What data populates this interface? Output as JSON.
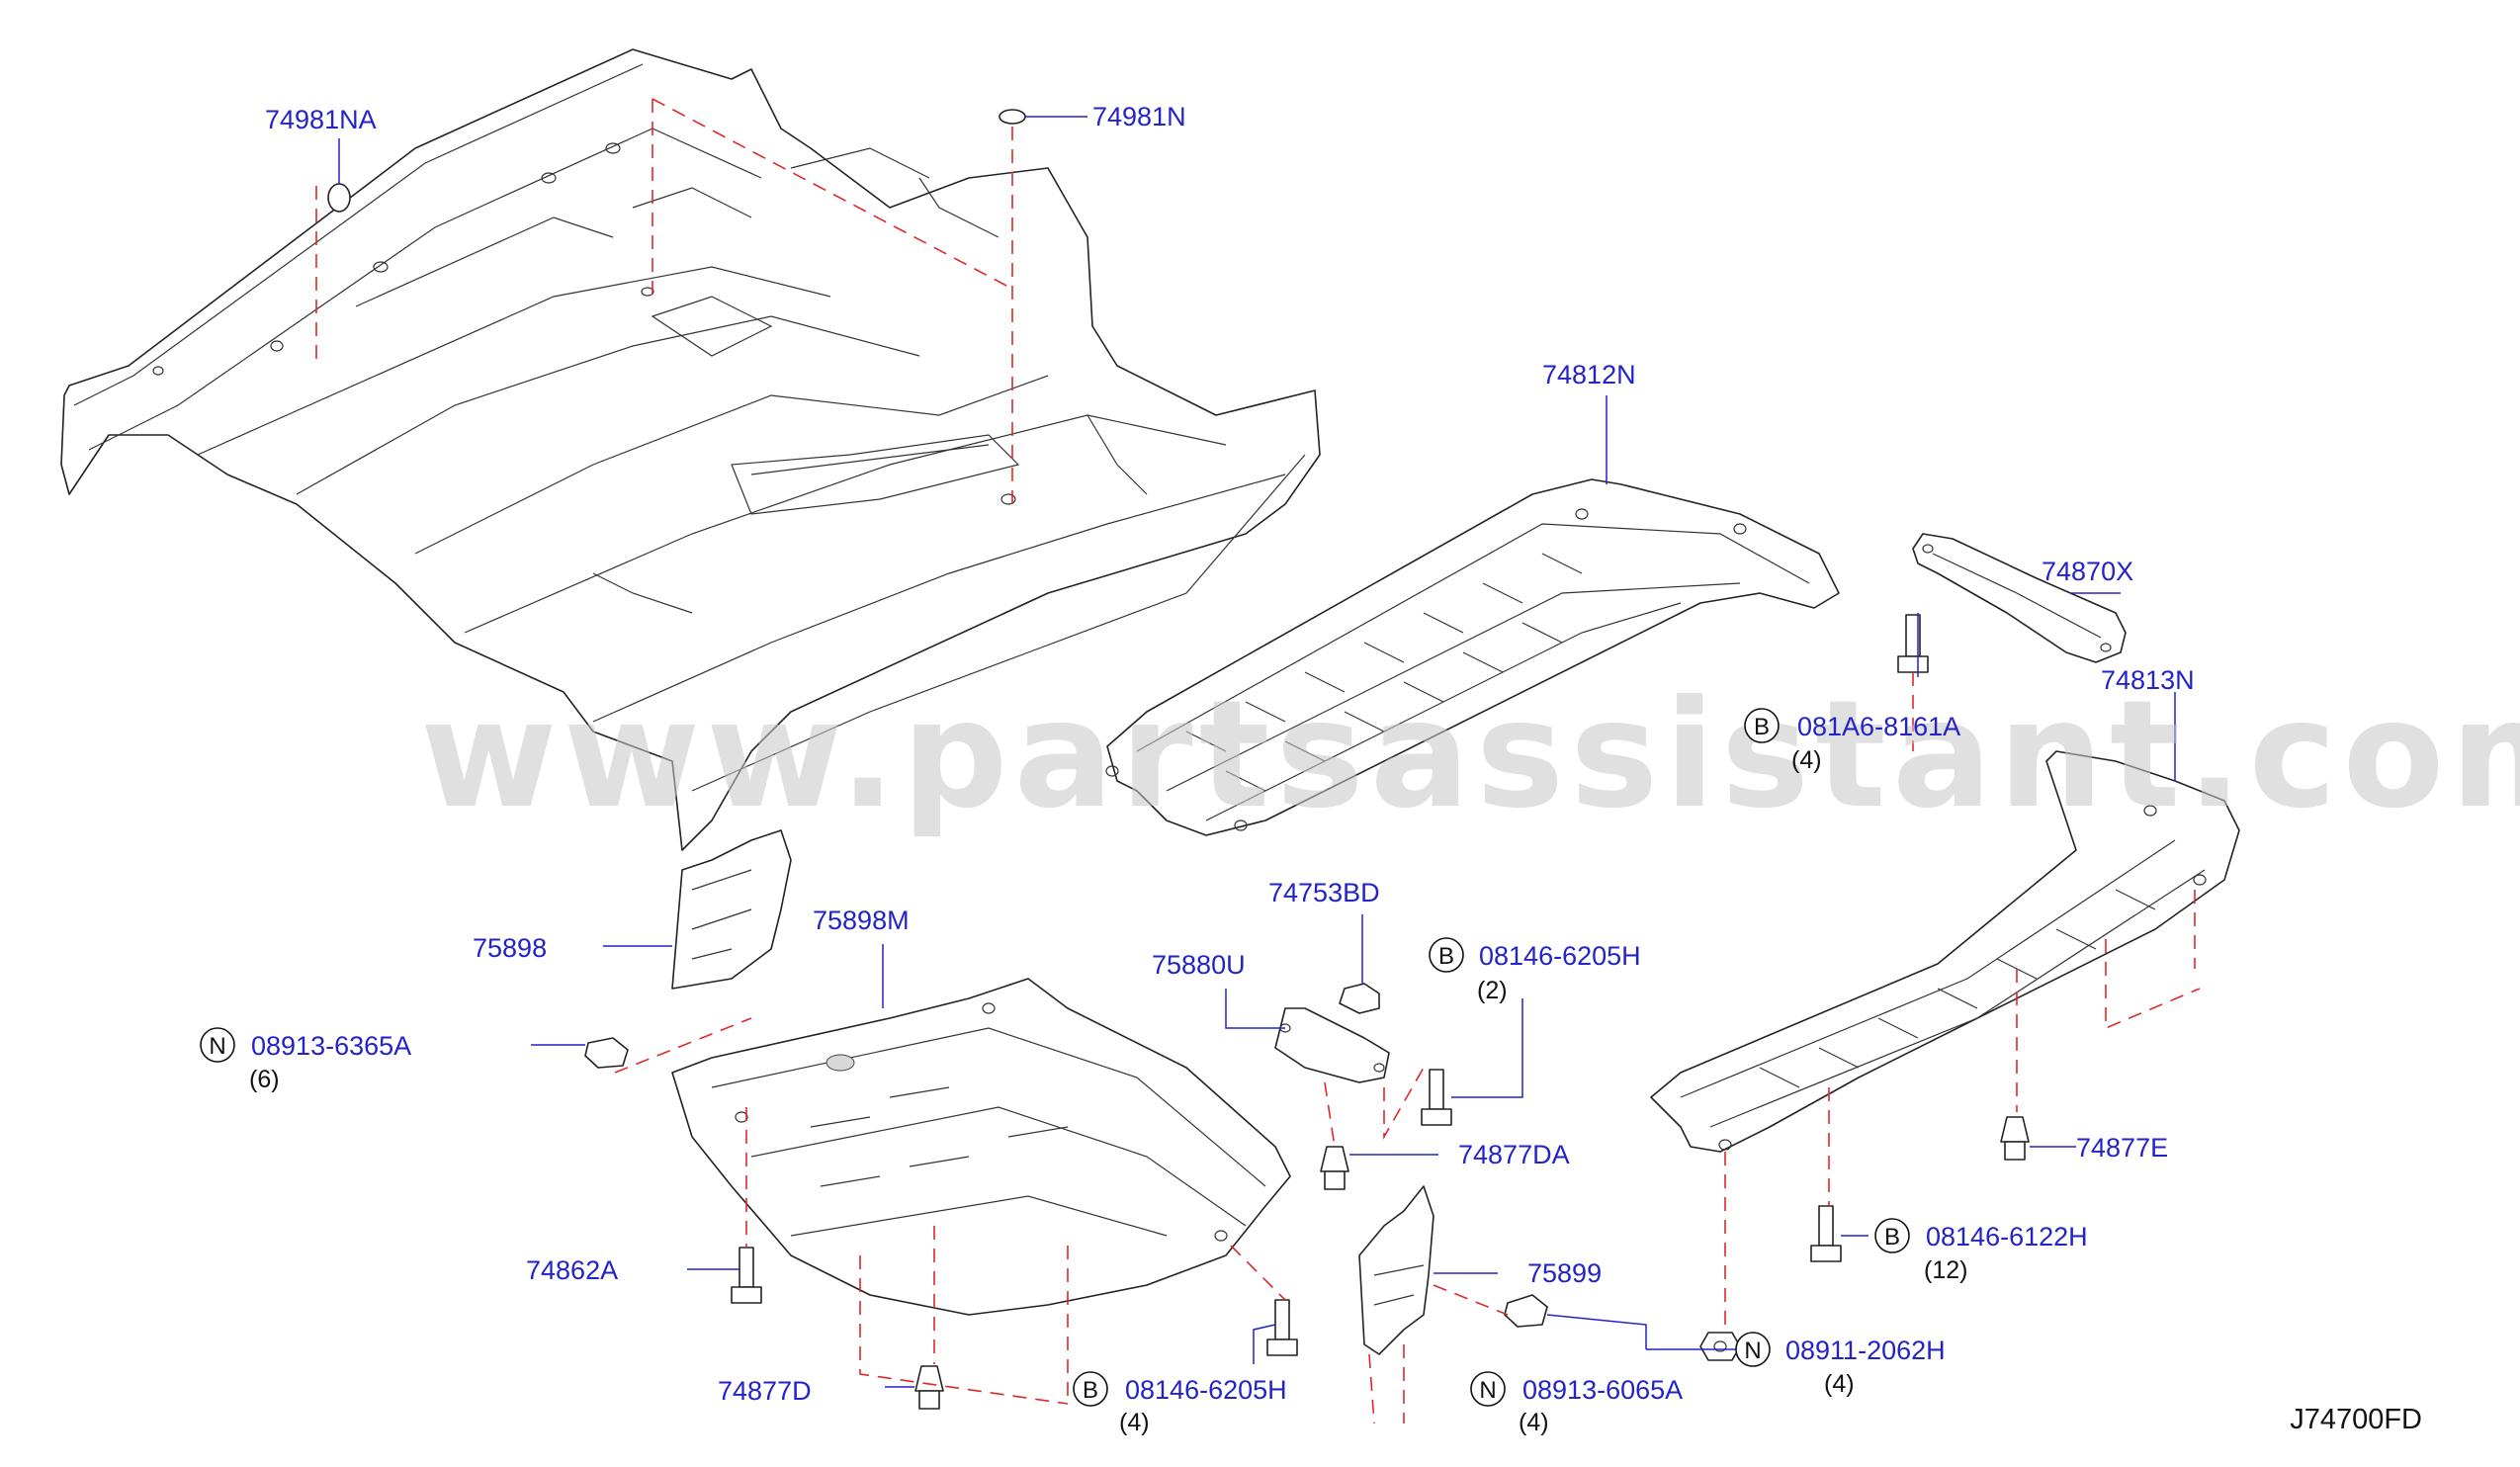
{
  "watermark": "www.partsassistant.com",
  "diagram_code": "J74700FD",
  "colors": {
    "label": "#2323c8",
    "dash": "#e0282a",
    "line": "#222222"
  },
  "labels": {
    "p74981NA": "74981NA",
    "p74981N": "74981N",
    "p74812N": "74812N",
    "p74870X": "74870X",
    "p081A6": "081A6-8161A",
    "q081A6": "(4)",
    "p74813N": "74813N",
    "p75898": "75898",
    "p75898M": "75898M",
    "p74753BD": "74753BD",
    "p75880U": "75880U",
    "p08146_6205H_top": "08146-6205H",
    "q08146_6205H_top": "(2)",
    "p08913_6365A": "08913-6365A",
    "q08913_6365A": "(6)",
    "p74877DA": "74877DA",
    "p74877E": "74877E",
    "p08146_6122H": "08146-6122H",
    "q08146_6122H": "(12)",
    "p74862A": "74862A",
    "p75899": "75899",
    "p08911_2062H": "08911-2062H",
    "q08911_2062H": "(4)",
    "p74877D": "74877D",
    "p08146_6205H_bot": "08146-6205H",
    "q08146_6205H_bot": "(4)",
    "p08913_6065A": "08913-6065A",
    "q08913_6065A": "(4)"
  },
  "badges": {
    "b1": "B",
    "b2": "B",
    "b3": "B",
    "b4": "B",
    "n1": "N",
    "n2": "N",
    "n3": "N"
  }
}
